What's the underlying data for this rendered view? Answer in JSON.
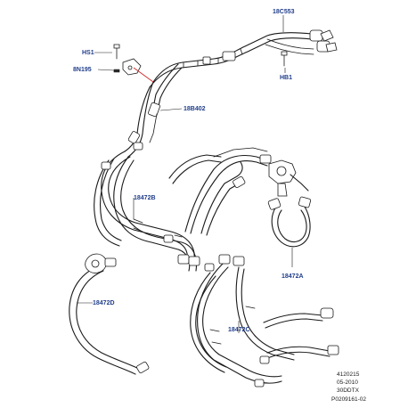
{
  "callouts": {
    "hs1": "HS1",
    "n8n195": "8N195",
    "c18c553": "18C553",
    "hb1": "HB1",
    "b18b402": "18B402",
    "b18472b": "18472B",
    "a18472a": "18472A",
    "d18472d": "18472D",
    "c18472c": "18472C"
  },
  "footer": {
    "line1": "4120215",
    "line2": "05-2010",
    "line3": "30DDTX",
    "line4": "P0209161-02"
  },
  "colors": {
    "callout_text": "#1f3d8a",
    "line_art": "#1a1a1a",
    "highlight_leader": "#d12a2a"
  }
}
